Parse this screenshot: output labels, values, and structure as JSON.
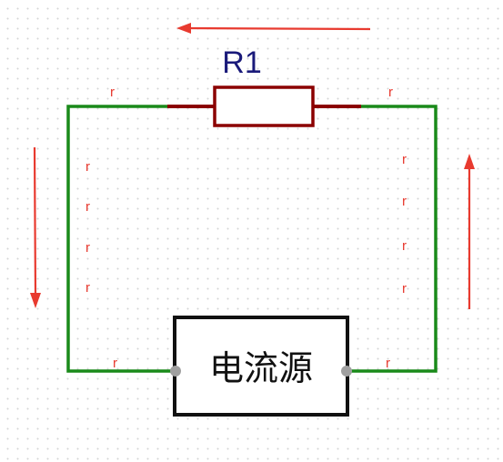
{
  "resistor": {
    "label": "R1",
    "label_color": "#1a1a7a",
    "color": "#8b0000"
  },
  "source": {
    "label": "电流源",
    "border_color": "#111111"
  },
  "wire_color": "#1a8a1a",
  "terminal_color": "#a0a0a0",
  "arrow_color": "#e83a2f",
  "resistance_labels": [
    "r",
    "r",
    "r",
    "r",
    "r",
    "r",
    "r",
    "r",
    "r",
    "r",
    "r",
    "r"
  ],
  "arrows": [
    {
      "direction": "left",
      "location": "top"
    },
    {
      "direction": "down",
      "location": "left"
    },
    {
      "direction": "up",
      "location": "right"
    }
  ]
}
